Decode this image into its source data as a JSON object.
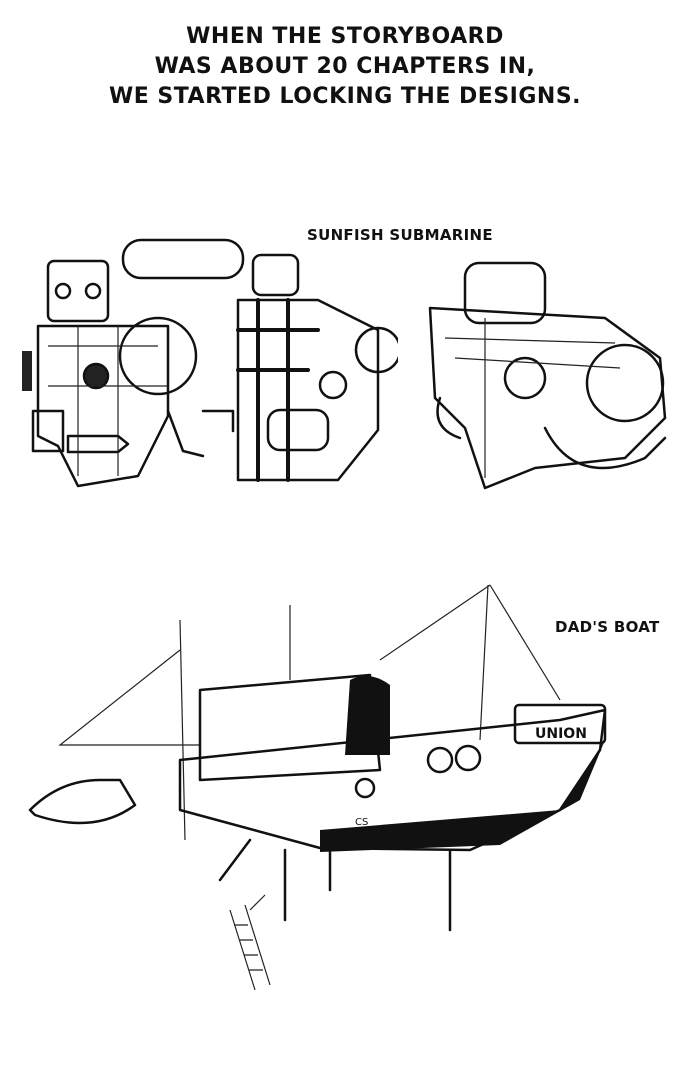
{
  "caption": {
    "line1": "WHEN THE STORYBOARD",
    "line2": "WAS ABOUT 20 CHAPTERS IN,",
    "line3": "WE STARTED LOCKING THE DESIGNS."
  },
  "designs": [
    {
      "title": "SUNFISH SUBMARINE"
    },
    {
      "title": "DAD'S BOAT",
      "hull_lettering": [
        "UNION",
        "CS"
      ]
    }
  ]
}
